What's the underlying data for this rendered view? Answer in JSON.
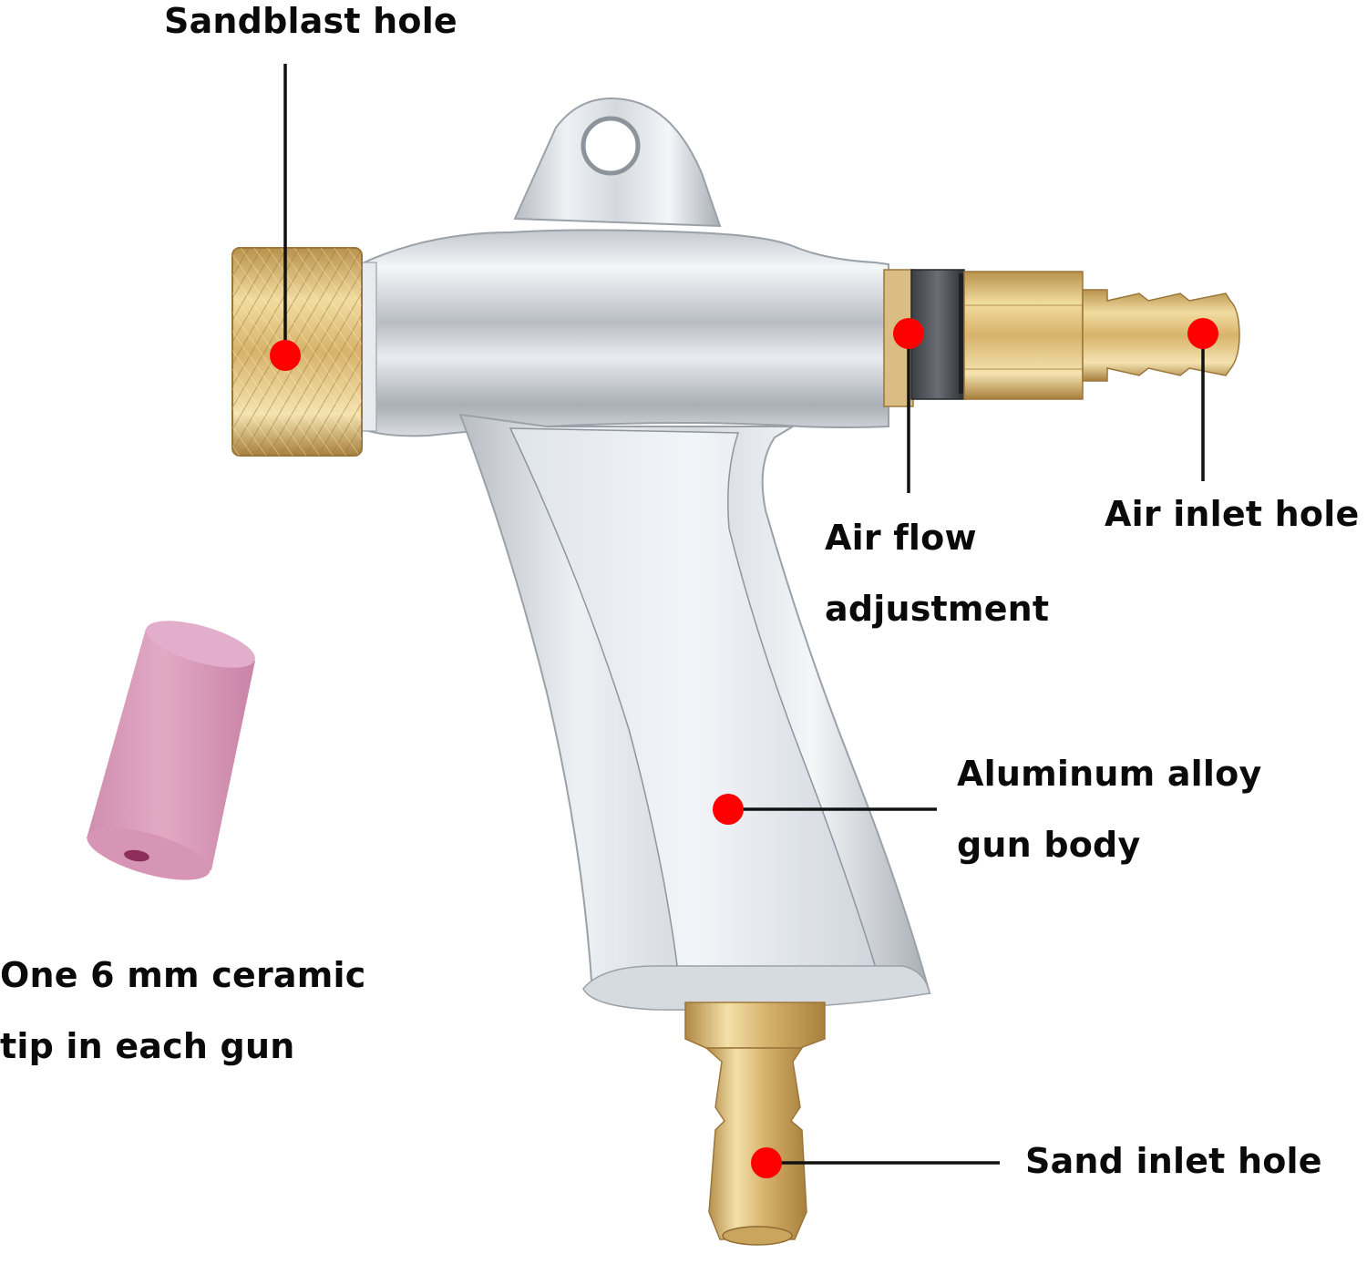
{
  "diagram": {
    "title": "Sandblast gun parts diagram",
    "background": "#ffffff",
    "colors": {
      "marker_dot": "#ff0000",
      "leader_line": "#111111",
      "aluminum_light": "#eef1f4",
      "aluminum_mid": "#c9ced4",
      "aluminum_dark": "#8e959c",
      "brass_light": "#f3dfa6",
      "brass_mid": "#d8b46a",
      "brass_dark": "#a8813e",
      "ceramic_pink": "#d99ab8",
      "ceramic_hole": "#8d2f5a",
      "lock_nut": "#4a4d52"
    },
    "callouts": [
      {
        "id": "sandblast-hole",
        "lines": [
          "Sandblast hole"
        ],
        "dot": [
          313,
          390
        ],
        "line_to": [
          313,
          70
        ]
      },
      {
        "id": "air-flow-adjustment",
        "lines": [
          "Air flow",
          "adjustment"
        ],
        "dot": [
          997,
          366
        ],
        "line_to": [
          997,
          541
        ]
      },
      {
        "id": "air-inlet-hole",
        "lines": [
          "Air inlet hole"
        ],
        "dot": [
          1320,
          366
        ],
        "line_to": [
          1320,
          528
        ]
      },
      {
        "id": "aluminum-alloy-gun-body",
        "lines": [
          "Aluminum alloy",
          "gun body"
        ],
        "dot": [
          799,
          888
        ],
        "line_to": [
          1028,
          888
        ]
      },
      {
        "id": "ceramic-tip",
        "lines": [
          "One 6 mm ceramic",
          "tip in each gun"
        ]
      },
      {
        "id": "sand-inlet-hole",
        "lines": [
          "Sand inlet hole"
        ],
        "dot": [
          841,
          1276
        ],
        "line_to": [
          1097,
          1276
        ]
      }
    ]
  }
}
